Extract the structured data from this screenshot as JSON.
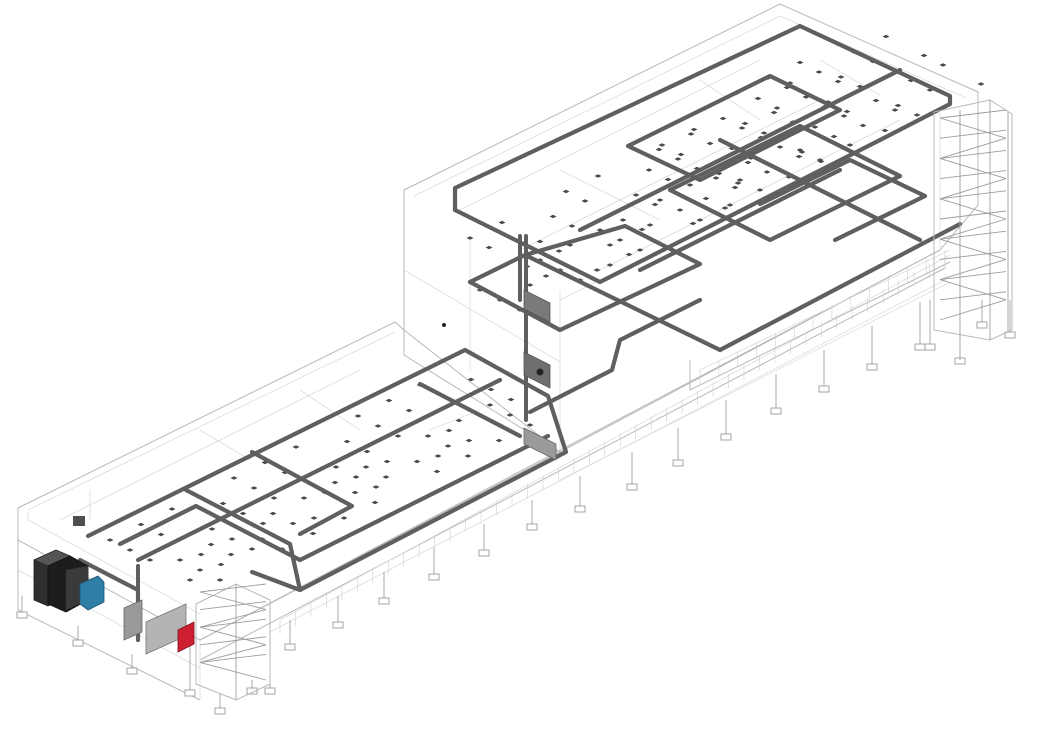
{
  "colors": {
    "duct": "#5f5f5f",
    "diffuser": "#4a4a4a",
    "generator_body": "#2f2f2f",
    "generator_radiator": "#2e7ea6",
    "fire_panel": "#cc1f2f",
    "panel_gray": "#8e8e8e"
  },
  "equipment": [
    {
      "kind": "generator",
      "icon": "generator-icon"
    },
    {
      "kind": "fire-panel",
      "icon": "fire-panel-icon"
    },
    {
      "kind": "electrical-panel",
      "icon": "electrical-panel-icon"
    }
  ]
}
